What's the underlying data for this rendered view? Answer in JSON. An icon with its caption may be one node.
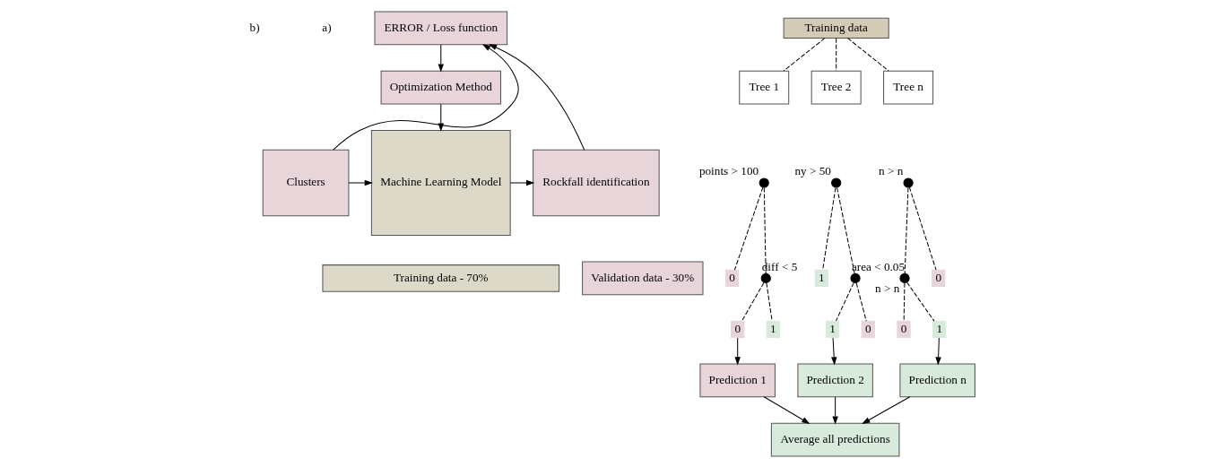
{
  "diagram": {
    "nodes": [
      {
        "text": [
          "ERROR / Loss function"
        ]
      },
      {
        "text": [
          "Optimization Method"
        ]
      },
      {
        "text": [
          "Machine Learning Model"
        ]
      },
      {
        "text": [
          "Clusters"
        ]
      },
      {
        "text": [
          "Rockfall identification"
        ]
      },
      {
        "text": [
          "Training data - 70%"
        ]
      },
      {
        "text": [
          "Validation data - 30%"
        ]
      },
      {
        "text": [
          "Training data"
        ]
      },
      {
        "text": [
          "Tree 1"
        ]
      },
      {
        "text": [
          "Tree 2"
        ]
      },
      {
        "text": [
          "Tree n"
        ]
      },
      {
        "text": [],
        "shape": "circle",
        "beside": [
          "points > 100"
        ]
      },
      {
        "text": [
          "0"
        ]
      },
      {
        "text": [],
        "shape": "circle",
        "beside": [
          "diff < 5"
        ]
      },
      {
        "text": [
          "0"
        ]
      },
      {
        "text": [
          "1"
        ]
      },
      {
        "text": [],
        "shape": "circle",
        "beside": [
          "ny > 50"
        ]
      },
      {
        "text": [
          "1"
        ]
      },
      {
        "text": [],
        "shape": "circle",
        "beside": [
          "area < 0.05"
        ]
      },
      {
        "text": [
          "1"
        ]
      },
      {
        "text": [
          "0"
        ]
      },
      {
        "text": [],
        "shape": "circle",
        "beside": [
          "n > n"
        ]
      },
      {
        "text": [],
        "shape": "circle",
        "beside": [
          "n > n"
        ]
      },
      {
        "text": [
          "0"
        ]
      },
      {
        "text": [
          "0"
        ]
      },
      {
        "text": [
          "1"
        ]
      },
      {
        "text": [
          "Prediction 1"
        ]
      },
      {
        "text": [
          "Prediction 2"
        ]
      },
      {
        "text": [
          "Prediction n"
        ]
      },
      {
        "text": [
          "Average all predictions"
        ]
      }
    ],
    "edges": [
      {
        "from": 3,
        "to": 0,
        "arrow": "to"
      },
      {
        "from": 4,
        "to": 0,
        "arrow": "to"
      },
      {
        "from": 0,
        "to": 1,
        "arrow": "to"
      },
      {
        "from": 1,
        "to": 2,
        "arrow": "to"
      },
      {
        "from": 3,
        "to": 2,
        "arrow": "to"
      },
      {
        "from": 2,
        "to": 4,
        "arrow": "to"
      },
      {
        "from": 7,
        "to": 8,
        "arrow": "none",
        "style": "dashed"
      },
      {
        "from": 7,
        "to": 9,
        "arrow": "none",
        "style": "dashed"
      },
      {
        "from": 7,
        "to": 10,
        "arrow": "none",
        "style": "dashed"
      },
      {
        "from": 11,
        "to": 12,
        "arrow": "none",
        "style": "dashed"
      },
      {
        "from": 11,
        "to": 13,
        "arrow": "none",
        "style": "dashed"
      },
      {
        "from": 13,
        "to": 14,
        "arrow": "none",
        "style": "dashed"
      },
      {
        "from": 13,
        "to": 15,
        "arrow": "none",
        "style": "dashed"
      },
      {
        "from": 16,
        "to": 17,
        "arrow": "none",
        "style": "dashed"
      },
      {
        "from": 16,
        "to": 18,
        "arrow": "none",
        "style": "dashed"
      },
      {
        "from": 18,
        "to": 19,
        "arrow": "none",
        "style": "dashed"
      },
      {
        "from": 18,
        "to": 20,
        "arrow": "none",
        "style": "dashed"
      },
      {
        "from": 21,
        "to": 22,
        "arrow": "none",
        "style": "dashed"
      },
      {
        "from": 21,
        "to": 23,
        "arrow": "none",
        "style": "dashed"
      },
      {
        "from": 22,
        "to": 24,
        "arrow": "none",
        "style": "dashed"
      },
      {
        "from": 22,
        "to": 25,
        "arrow": "none",
        "style": "dashed"
      },
      {
        "from": 14,
        "to": 26,
        "arrow": "to"
      },
      {
        "from": 19,
        "to": 27,
        "arrow": "to"
      },
      {
        "from": 25,
        "to": 28,
        "arrow": "to"
      },
      {
        "from": 26,
        "to": 29,
        "arrow": "to"
      },
      {
        "from": 27,
        "to": 29,
        "arrow": "to"
      },
      {
        "from": 28,
        "to": 29,
        "arrow": "to"
      }
    ],
    "labels": [
      "a)",
      "b)"
    ]
  }
}
